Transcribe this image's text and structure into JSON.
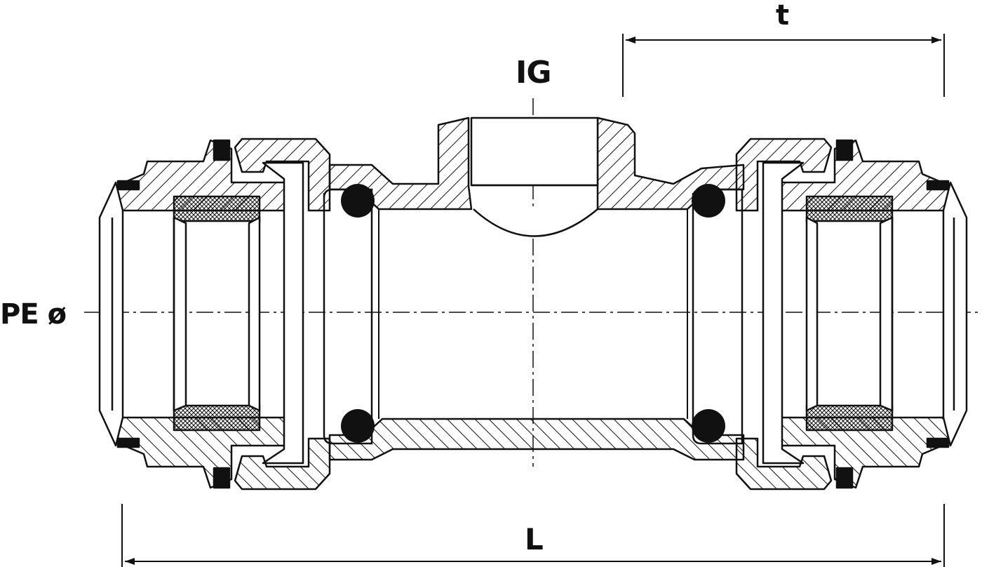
{
  "labels": {
    "thread_length": "t",
    "inner_thread": "IG",
    "pipe_diameter": "PE ø",
    "total_length": "L"
  },
  "colors": {
    "line": "#111111",
    "background": "#ffffff"
  }
}
